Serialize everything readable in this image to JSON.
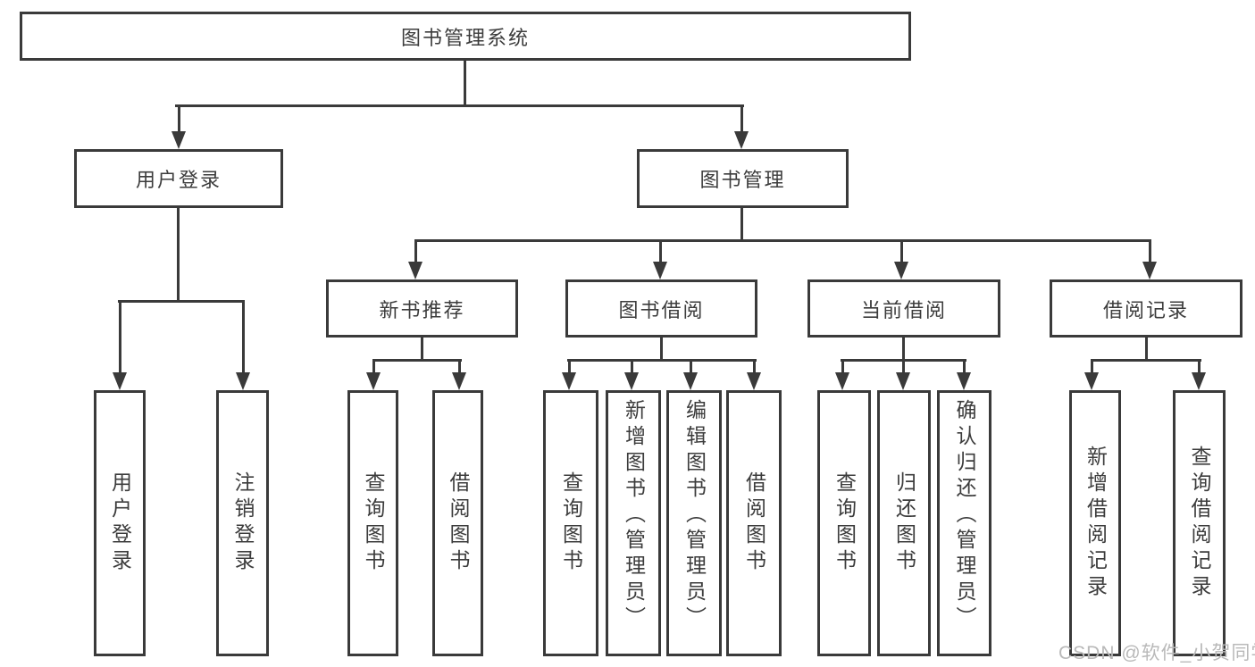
{
  "diagram": {
    "colors": {
      "line": "#3a3a3a",
      "text": "#3c3c3c",
      "background": "#ffffff",
      "watermark": "#b9b9b9"
    },
    "watermark": "CSDN @软件_小贺同学",
    "tree": {
      "label": "图书管理系统",
      "children": [
        {
          "label": "用户登录",
          "children": [
            {
              "label": "用户登录"
            },
            {
              "label": "注销登录"
            }
          ]
        },
        {
          "label": "图书管理",
          "children": [
            {
              "label": "新书推荐",
              "children": [
                {
                  "label": "查询图书"
                },
                {
                  "label": "借阅图书"
                }
              ]
            },
            {
              "label": "图书借阅",
              "children": [
                {
                  "label": "查询图书"
                },
                {
                  "label": "新增图书（管理员）"
                },
                {
                  "label": "编辑图书（管理员）"
                },
                {
                  "label": "借阅图书"
                }
              ]
            },
            {
              "label": "当前借阅",
              "children": [
                {
                  "label": "查询图书"
                },
                {
                  "label": "归还图书"
                },
                {
                  "label": "确认归还（管理员）"
                }
              ]
            },
            {
              "label": "借阅记录",
              "children": [
                {
                  "label": "新增借阅记录"
                },
                {
                  "label": "查询借阅记录"
                }
              ]
            }
          ]
        }
      ]
    }
  }
}
